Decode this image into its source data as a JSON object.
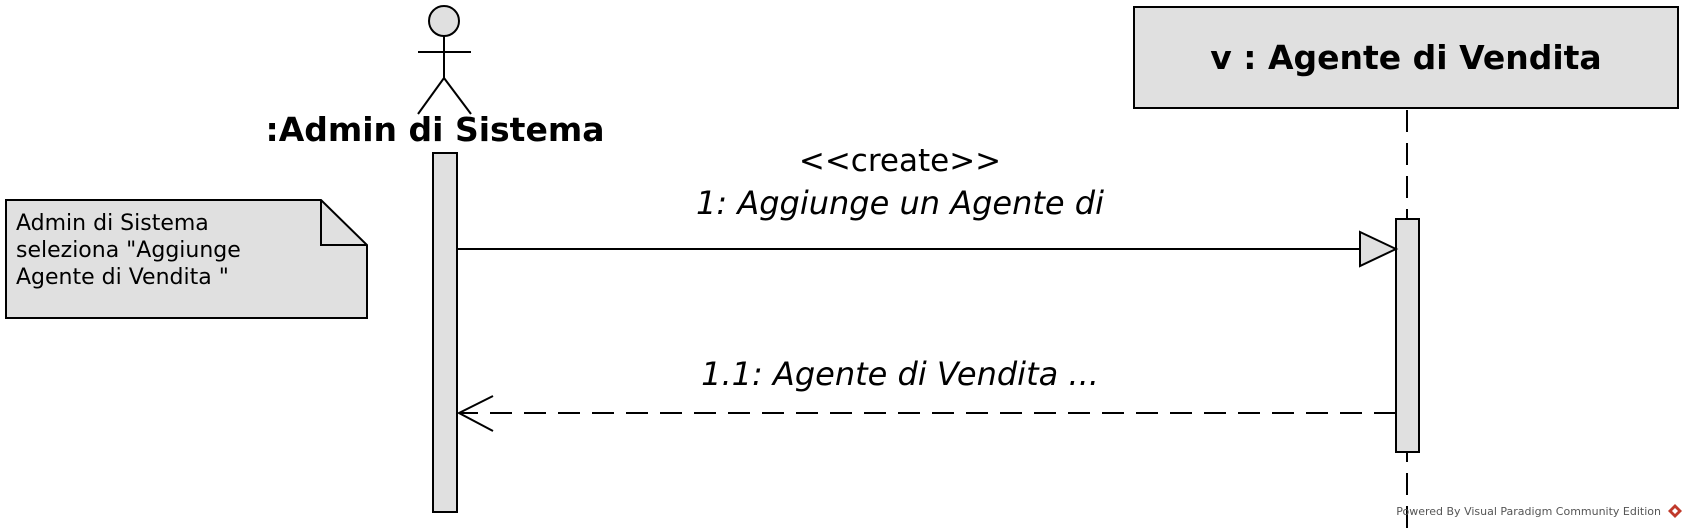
{
  "actor": {
    "label": ":Admin di Sistema"
  },
  "lifeline": {
    "title": "v : Agente di Vendita"
  },
  "note": {
    "lines": [
      "Admin di Sistema",
      "seleziona \"Aggiunge",
      "Agente di Vendita \""
    ]
  },
  "messages": [
    {
      "stereotype": "<<create>>",
      "label": "1: Aggiunge un Agente di",
      "kind": "synchronous"
    },
    {
      "label": "1.1: Agente di Vendita ...",
      "kind": "return"
    }
  ],
  "footer": {
    "watermark": "Powered By Visual Paradigm Community Edition"
  },
  "colors": {
    "fill": "#e0e0e0",
    "stroke": "#000000",
    "logo": "#c0392b"
  }
}
